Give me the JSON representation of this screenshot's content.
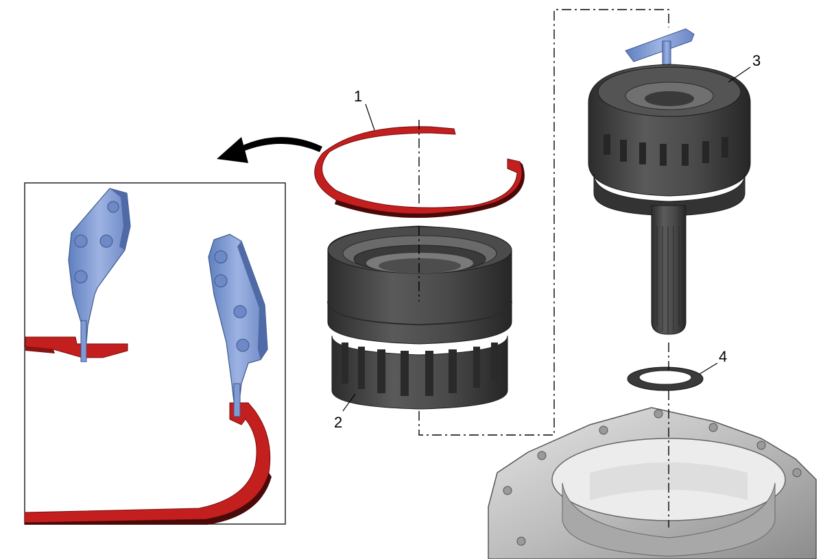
{
  "diagram": {
    "callouts": [
      {
        "id": "1",
        "label": "1"
      },
      {
        "id": "2",
        "label": "2"
      },
      {
        "id": "3",
        "label": "3"
      },
      {
        "id": "4",
        "label": "4"
      }
    ],
    "colors": {
      "snap_ring": "#c41f1f",
      "pliers": "#7f9bd2",
      "housing_dark": "#3f3f3f",
      "casing_light": "#c9c9c9"
    },
    "icons": {
      "arrow": "curved-arrow-icon"
    }
  }
}
